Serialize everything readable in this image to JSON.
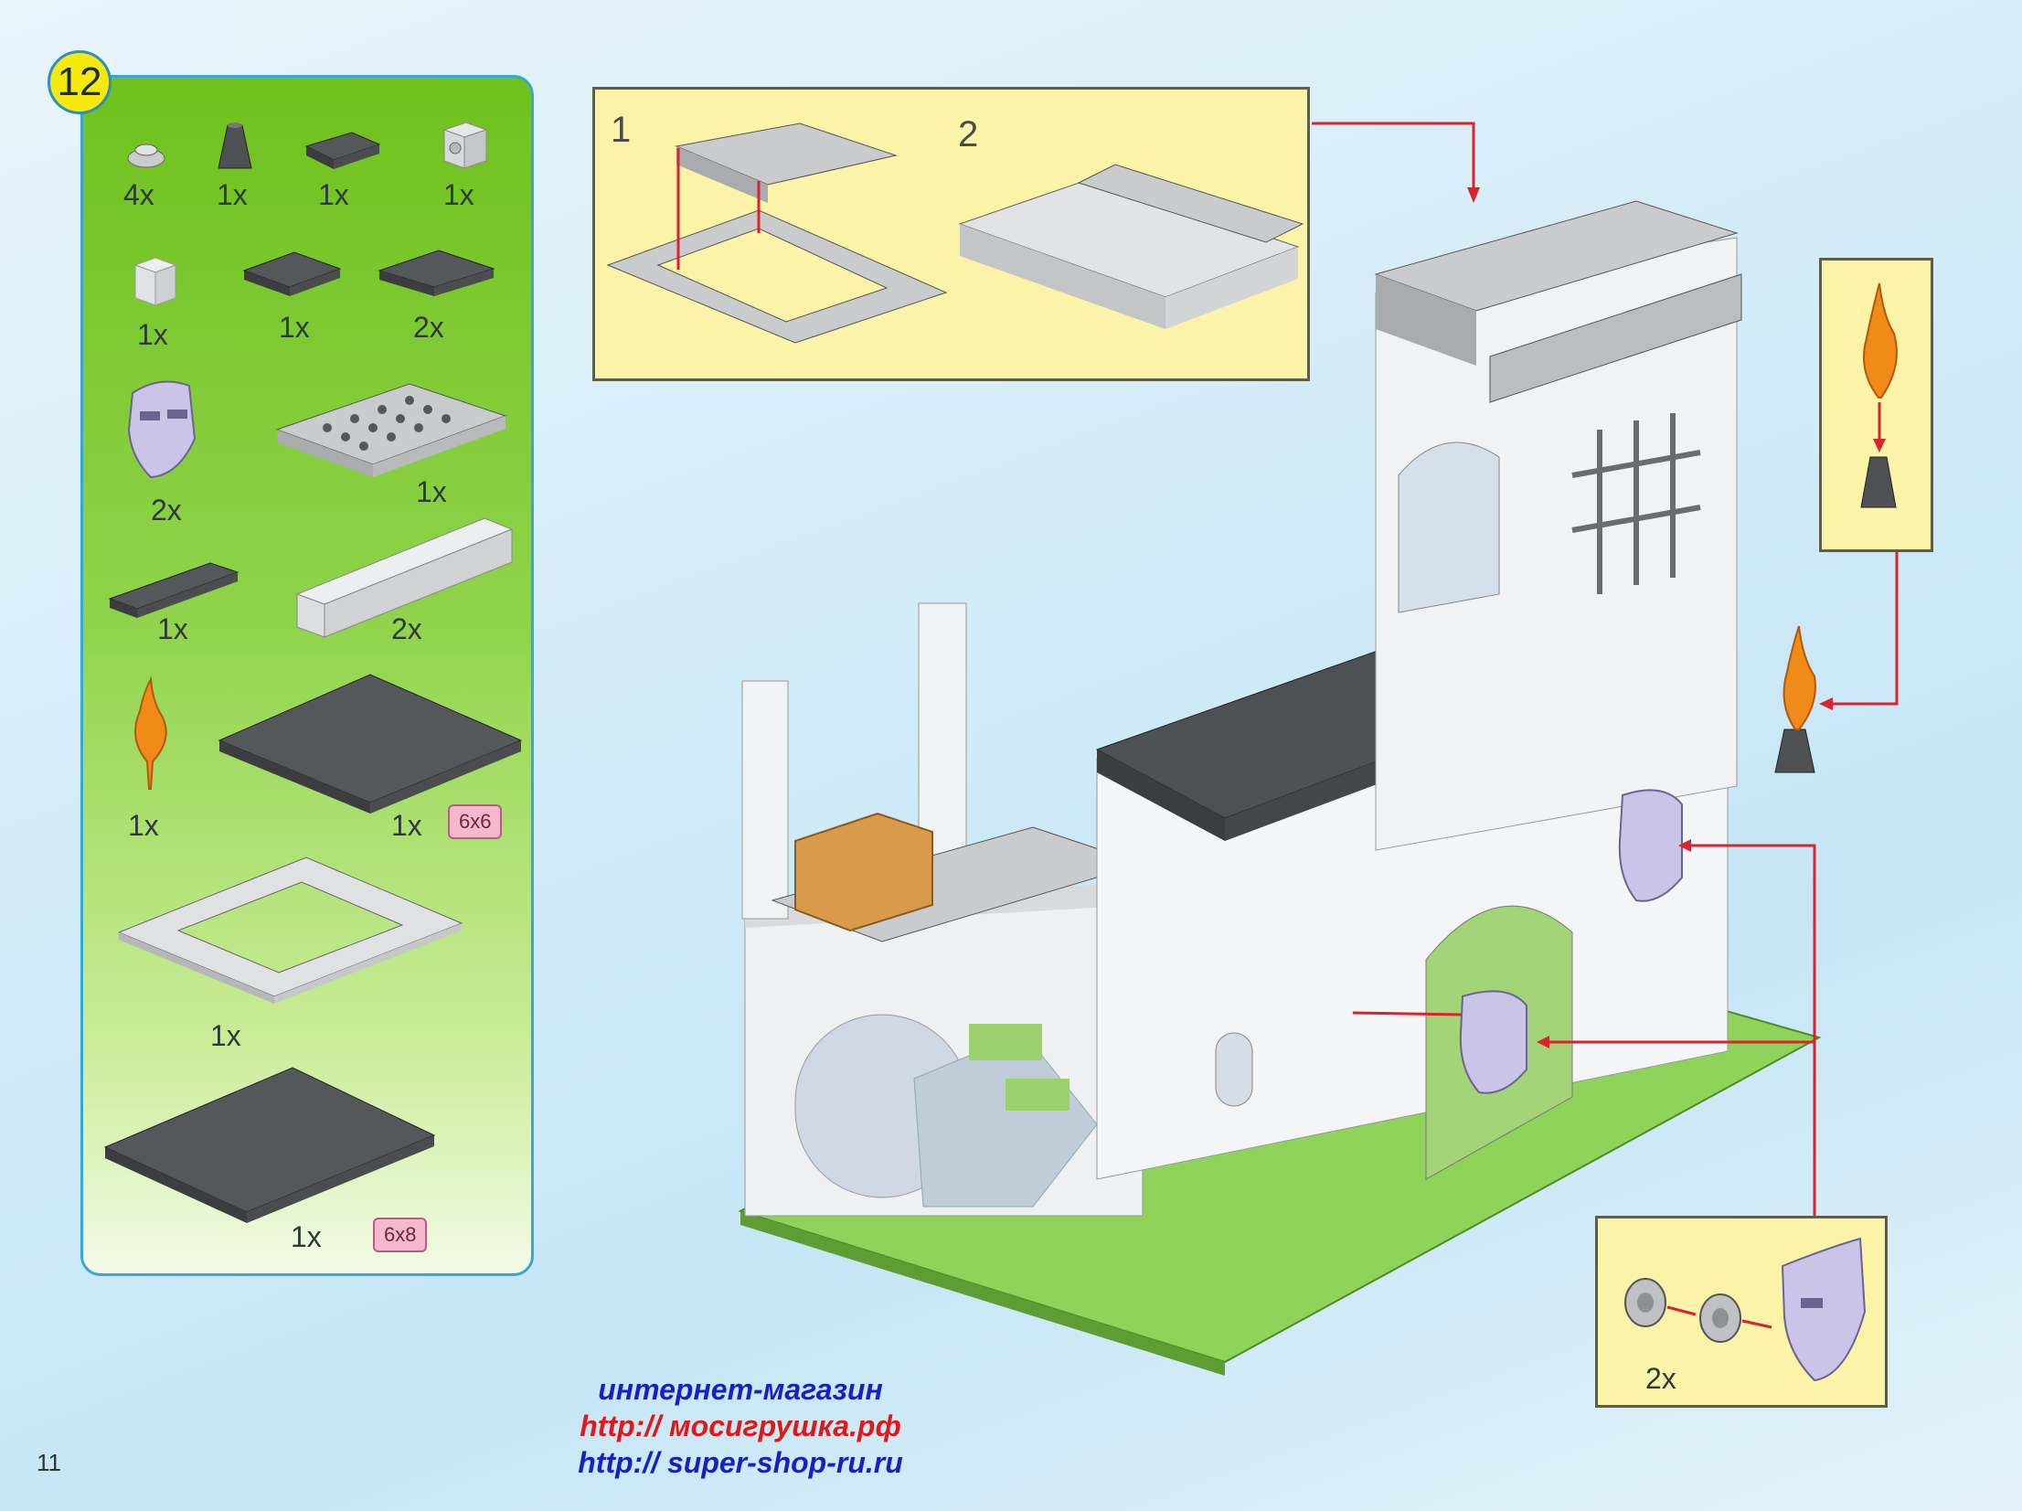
{
  "step": {
    "number": "12"
  },
  "parts": [
    {
      "name": "round-plate-1x1",
      "qty": "4x"
    },
    {
      "name": "cone-1x1",
      "qty": "1x"
    },
    {
      "name": "plate-1x2",
      "qty": "1x"
    },
    {
      "name": "brick-with-stud-side",
      "qty": "1x"
    },
    {
      "name": "brick-1x1",
      "qty": "1x"
    },
    {
      "name": "plate-2x2",
      "qty": "1x"
    },
    {
      "name": "plate-2x3",
      "qty": "2x"
    },
    {
      "name": "mask",
      "qty": "2x"
    },
    {
      "name": "plate-4x6-hinge",
      "qty": "1x"
    },
    {
      "name": "plate-1x4",
      "qty": "1x"
    },
    {
      "name": "brick-1x8",
      "qty": "2x"
    },
    {
      "name": "flame",
      "qty": "1x"
    },
    {
      "name": "plate-6x6",
      "qty": "1x",
      "tag": "6x6"
    },
    {
      "name": "frame-plate",
      "qty": "1x"
    },
    {
      "name": "plate-6x8",
      "qty": "1x",
      "tag": "6x8"
    }
  ],
  "substeps": {
    "one": "1",
    "two": "2"
  },
  "mask_detail": {
    "qty": "2x"
  },
  "footer": {
    "line1": "интернет-магазин",
    "line2": "http:// мосигрушка.рф",
    "line3": "http:// super-shop-ru.ru"
  },
  "page_number": "11",
  "colors": {
    "panel_green": "#6fc11d",
    "panel_border": "#37a6d8",
    "badge_yellow": "#f5e90d",
    "subbox_yellow": "#fbf3a8",
    "dark_grey_brick": "#4e5153",
    "light_grey_brick": "#c9cbcd",
    "white_brick": "#f2f3f5",
    "baseplate_green": "#8fd35a",
    "flame_orange": "#f08a18",
    "chest_orange": "#d99a4a",
    "mask_lavender": "#c9c4e8",
    "arrow_red": "#d9232e",
    "link_blue": "#1a1fc4",
    "link_red": "#e01818"
  }
}
